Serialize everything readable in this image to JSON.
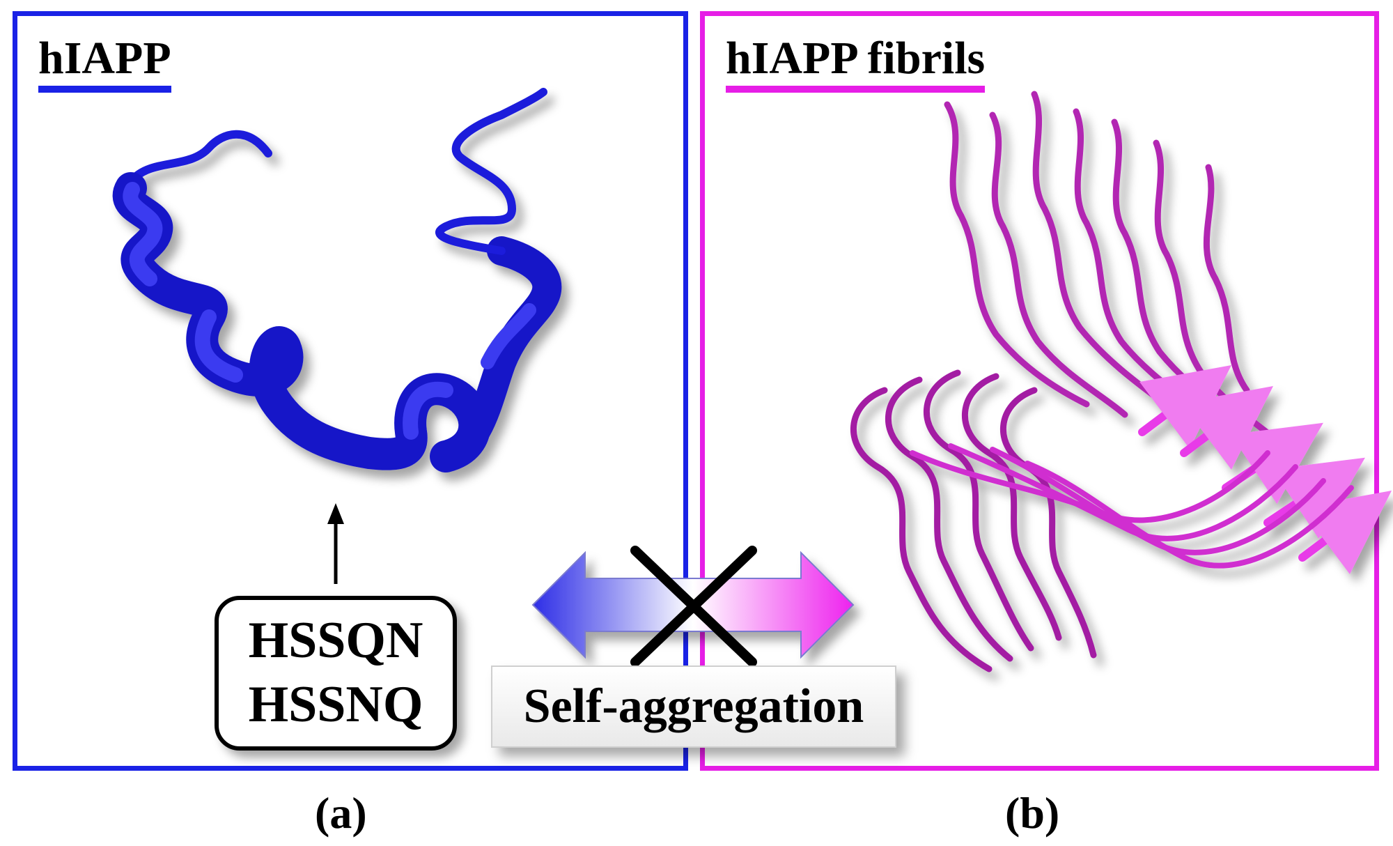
{
  "panel_a": {
    "title": "hIAPP",
    "caption": "(a)",
    "sequences": [
      "HSSQN",
      "HSSNQ"
    ]
  },
  "panel_b": {
    "title": "hIAPP fibrils",
    "caption": "(b)"
  },
  "center": {
    "label": "Self-aggregation"
  },
  "colors": {
    "blue": "#1a22e6",
    "magenta": "#e61ee6",
    "dark_magenta": "#8a1a8a"
  }
}
